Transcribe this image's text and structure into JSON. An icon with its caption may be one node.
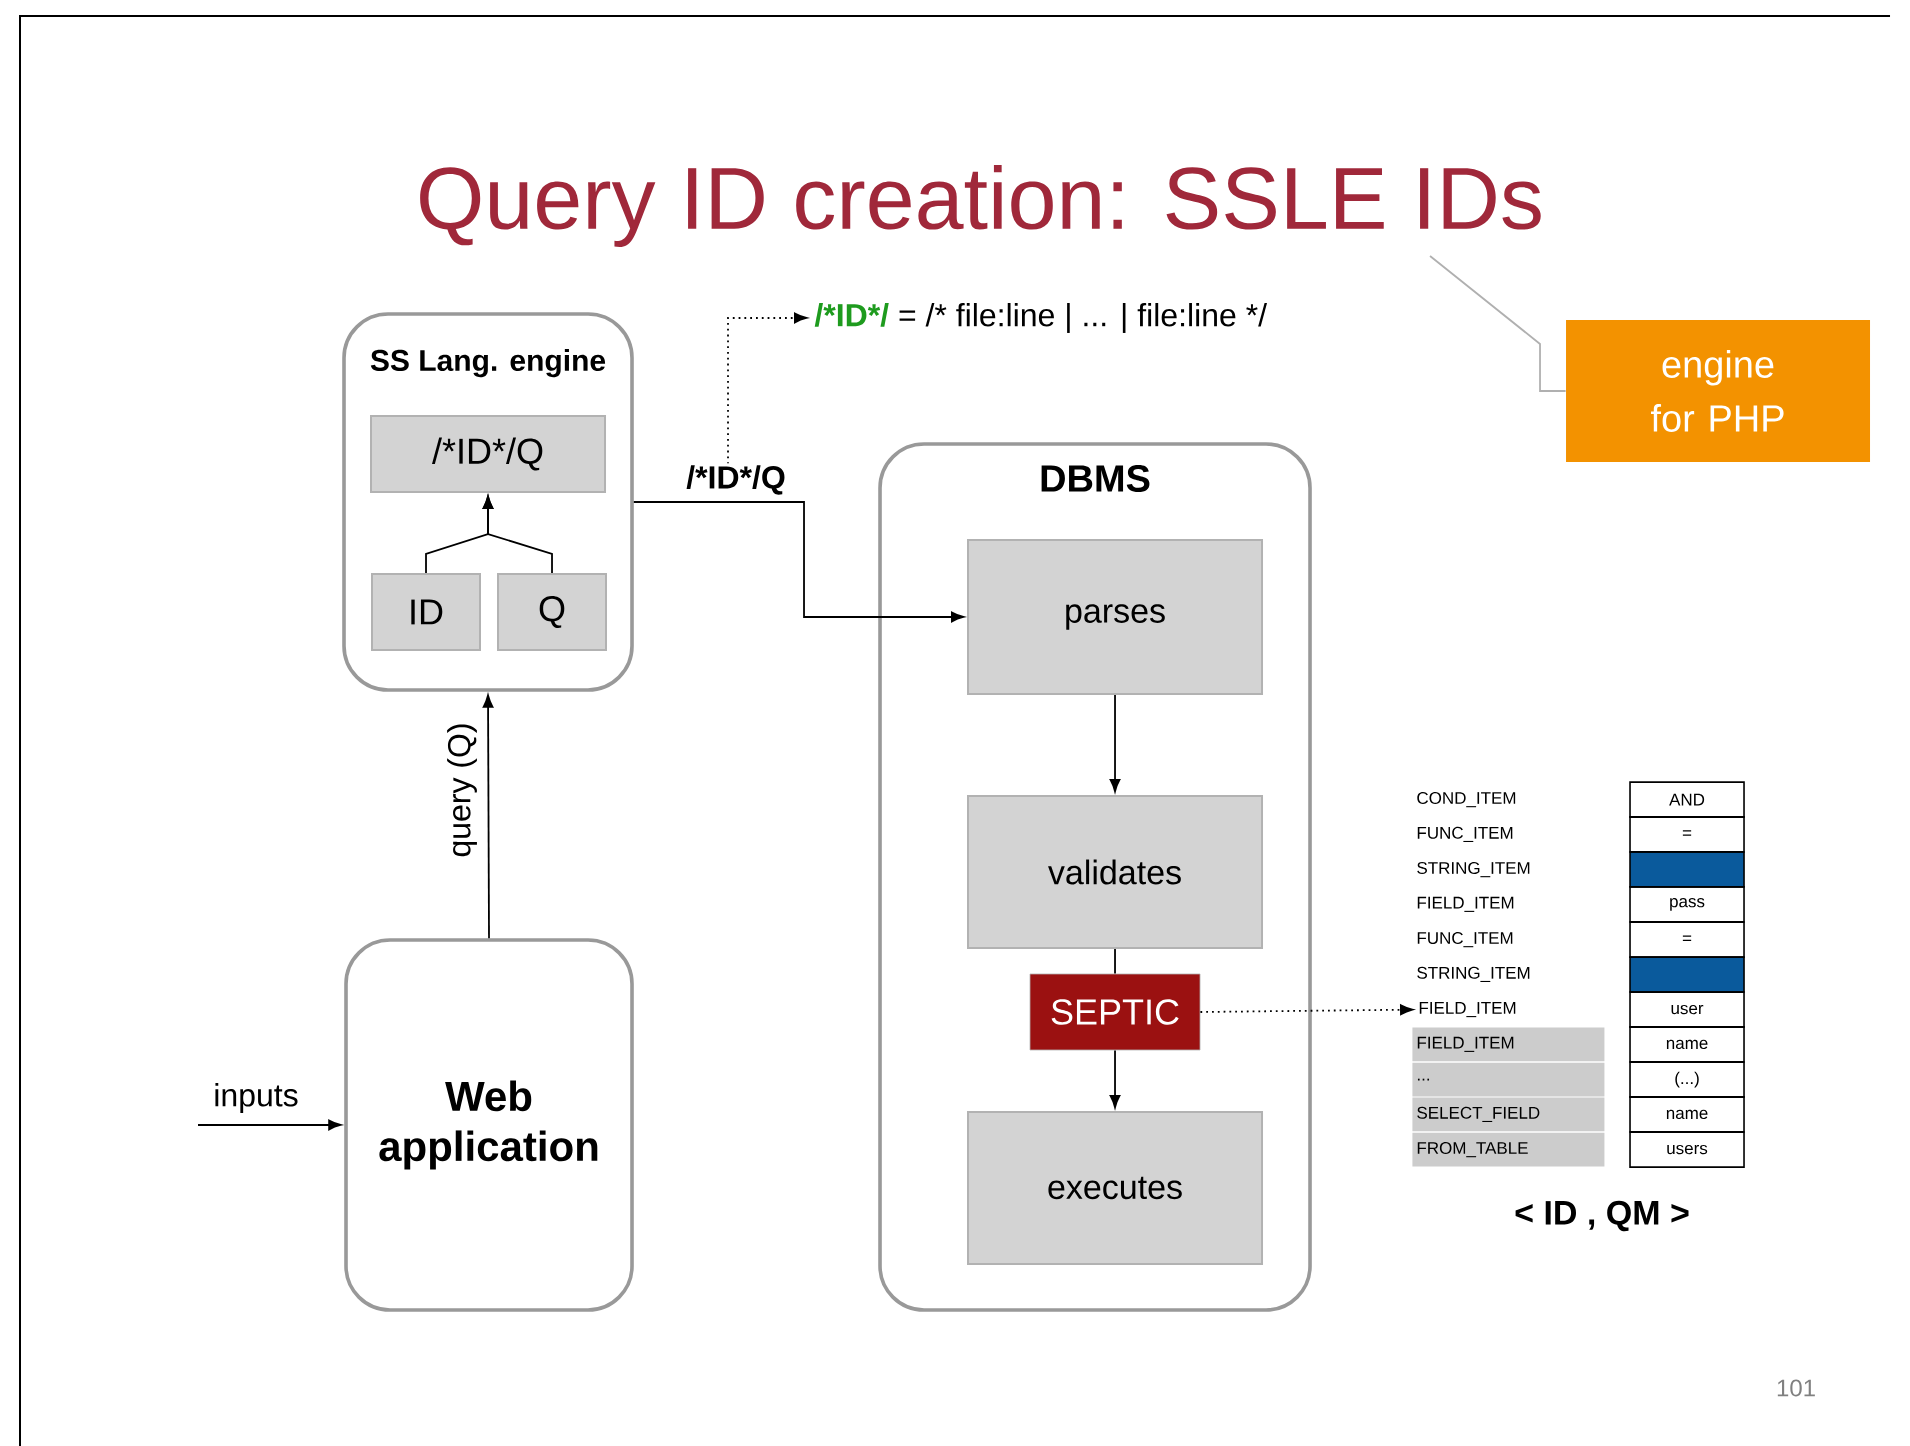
{
  "diagram": {
    "title": "Query ID creation: SSLE IDs",
    "nodes": [
      {
        "text": [
          "SS Lang. engine"
        ]
      },
      {
        "text": [
          "/*ID*/Q"
        ],
        "in": 0
      },
      {
        "text": [
          "ID"
        ],
        "in": 0
      },
      {
        "text": [
          "Q"
        ],
        "in": 0
      },
      {
        "text": [
          "Web application"
        ]
      },
      {
        "text": [
          "DBMS"
        ]
      },
      {
        "text": [
          "parses"
        ],
        "in": 5
      },
      {
        "text": [
          "validates"
        ],
        "in": 5
      },
      {
        "text": [
          "SEPTIC"
        ],
        "in": 5
      },
      {
        "text": [
          "executes"
        ],
        "in": 5
      },
      {
        "text": [
          "/*ID*/",
          "= /* file:line | ... | file:line */"
        ]
      },
      {
        "text": [
          "FIELD_ITEM"
        ]
      },
      {
        "text": [
          "engine for PHP"
        ]
      }
    ],
    "edges": [
      {
        "from": 2,
        "to": 1,
        "arrow": "to"
      },
      {
        "from": 3,
        "to": 1,
        "arrow": "to"
      },
      {
        "from": 4,
        "to": 0,
        "arrow": "to",
        "label": "query (Q)"
      },
      {
        "from": null,
        "to": 4,
        "arrow": "to",
        "label": "inputs"
      },
      {
        "from": 0,
        "to": 6,
        "arrow": "to",
        "label": "/*ID*/Q"
      },
      {
        "from": 6,
        "to": 7,
        "arrow": "to"
      },
      {
        "from": 7,
        "to": 8,
        "arrow": "none"
      },
      {
        "from": 8,
        "to": 9,
        "arrow": "to"
      },
      {
        "from": 8,
        "to": 11,
        "arrow": "to",
        "style": "dashed"
      },
      {
        "from": null,
        "to": 10,
        "arrow": "to",
        "style": "dashed"
      },
      {
        "from": 12,
        "to": null,
        "arrow": "none",
        "color": "#b0b0b0"
      }
    ],
    "labels": [
      "COND_ITEM",
      "AND",
      "FUNC_ITEM",
      "=",
      "STRING_ITEM",
      "FIELD_ITEM",
      "pass",
      "FUNC_ITEM",
      "=",
      "STRING_ITEM",
      "user",
      "FIELD_ITEM",
      "name",
      "...",
      "(...)",
      "SELECT_FIELD",
      "name",
      "FROM_TABLE",
      "users",
      "< ID , QM >",
      "101"
    ]
  }
}
